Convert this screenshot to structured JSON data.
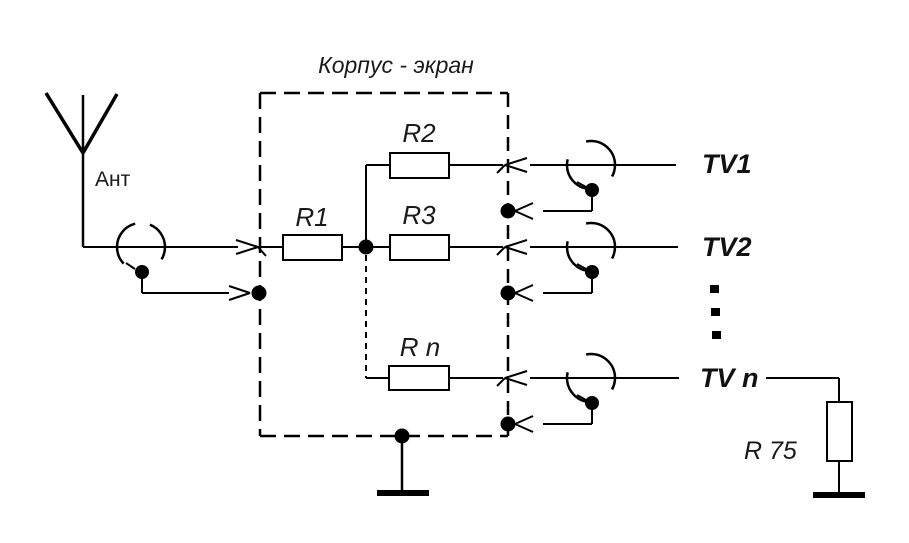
{
  "diagram": {
    "title": "Корпус - экран",
    "antenna_label": "Ант",
    "resistors": {
      "r1": "R1",
      "r2": "R2",
      "r3": "R3",
      "rn": "R n",
      "r75": "R 75"
    },
    "outputs": {
      "tv1": "TV1",
      "tv2": "TV2",
      "tvn": "TV n"
    },
    "ellipsis": "⋮",
    "colors": {
      "line": "#000000",
      "background": "#ffffff",
      "text": "#1a1a1a"
    }
  }
}
